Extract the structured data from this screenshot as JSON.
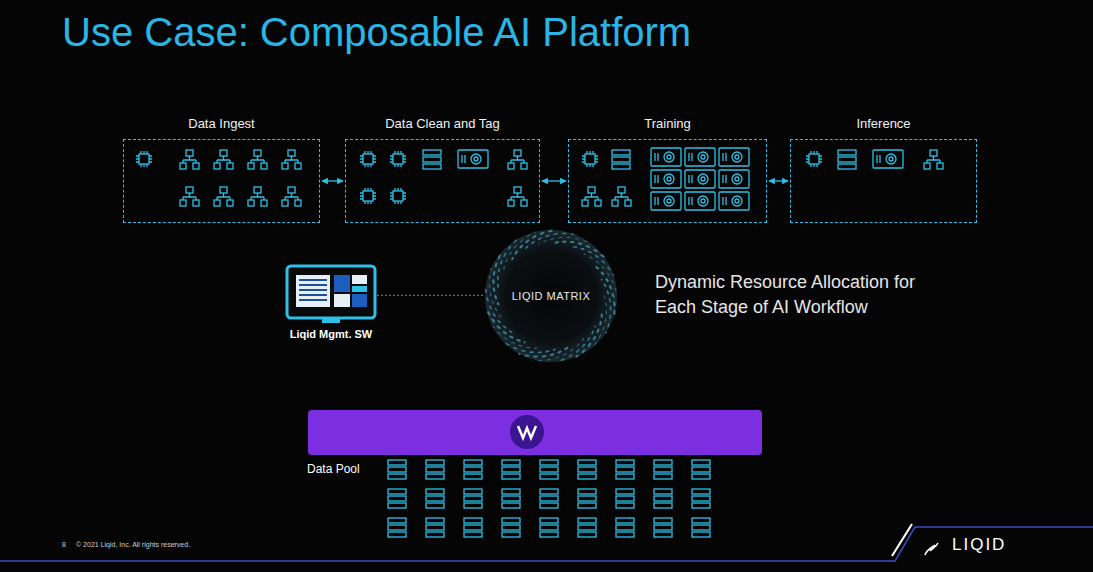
{
  "diagram": {
    "title": "Use Case: Composable AI Platform",
    "nodes": [
      {
        "text": [
          "Data Ingest"
        ]
      },
      {
        "text": [
          "Data Clean and Tag"
        ]
      },
      {
        "text": [
          "Training"
        ]
      },
      {
        "text": [
          "Inference"
        ]
      },
      {
        "text": [
          "Liqid Mgmt. SW"
        ]
      },
      {
        "text": [
          "LIQID MATRIX"
        ]
      }
    ],
    "edges": [
      {
        "from": 0,
        "to": 1,
        "arrow": "both"
      },
      {
        "from": 1,
        "to": 2,
        "arrow": "both"
      },
      {
        "from": 2,
        "to": 3,
        "arrow": "both"
      },
      {
        "from": 4,
        "to": 5,
        "arrow": "none"
      }
    ],
    "labels": [
      "Dynamic Resource Allocation for Each Stage of AI Workflow",
      "Data Pool",
      "8",
      "© 2021 Liqid, Inc. All rights reserved.",
      "LIQID"
    ]
  }
}
